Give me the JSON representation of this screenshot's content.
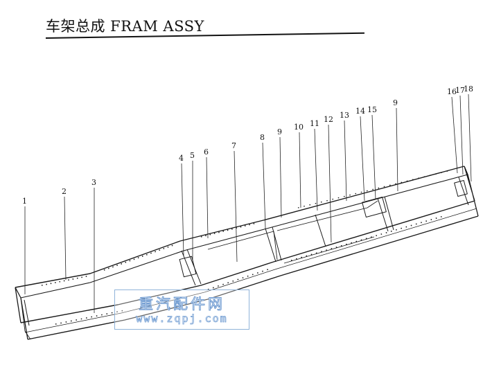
{
  "title": "车架总成 FRAM ASSY",
  "callouts": [
    {
      "label": "1"
    },
    {
      "label": "2"
    },
    {
      "label": "3"
    },
    {
      "label": "4"
    },
    {
      "label": "5"
    },
    {
      "label": "6"
    },
    {
      "label": "7"
    },
    {
      "label": "8"
    },
    {
      "label": "9"
    },
    {
      "label": "10"
    },
    {
      "label": "11"
    },
    {
      "label": "12"
    },
    {
      "label": "13"
    },
    {
      "label": "14"
    },
    {
      "label": "15"
    },
    {
      "label": "9"
    },
    {
      "label": "16"
    },
    {
      "label": "17"
    },
    {
      "label": "18"
    }
  ],
  "watermark": {
    "name_cn": "重汽配件网",
    "url": "www.zqpj.com"
  }
}
